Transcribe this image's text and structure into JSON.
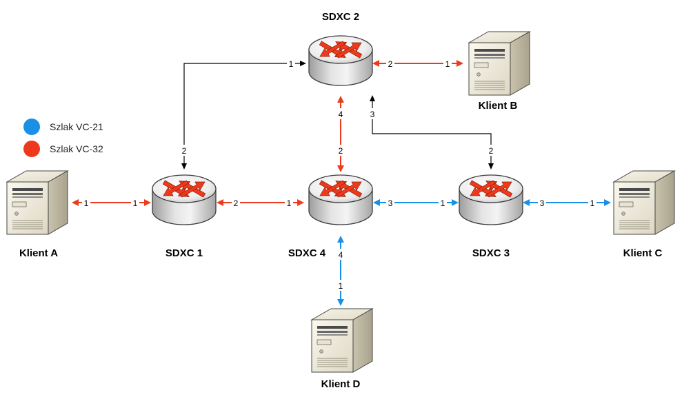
{
  "colors": {
    "vc21": "#1a8fe8",
    "vc32": "#ee3a1c",
    "control": "#000000"
  },
  "legend": [
    {
      "label": "Szlak VC-21",
      "color": "#1a8fe8"
    },
    {
      "label": "Szlak VC-32",
      "color": "#ee3a1c"
    }
  ],
  "nodes": {
    "sdxc1": {
      "label": "SDXC 1",
      "icon": "sdxc-router-icon"
    },
    "sdxc2": {
      "label": "SDXC 2",
      "icon": "sdxc-router-icon"
    },
    "sdxc3": {
      "label": "SDXC 3",
      "icon": "sdxc-router-icon"
    },
    "sdxc4": {
      "label": "SDXC 4",
      "icon": "sdxc-router-icon"
    },
    "klientA": {
      "label": "Klient A",
      "icon": "server-icon"
    },
    "klientB": {
      "label": "Klient B",
      "icon": "server-icon"
    },
    "klientC": {
      "label": "Klient C",
      "icon": "server-icon"
    },
    "klientD": {
      "label": "Klient D",
      "icon": "server-icon"
    }
  },
  "links": {
    "a_sdxc1": {
      "from": "Klient A",
      "to": "SDXC 1",
      "path": "VC-32",
      "ports": [
        "1",
        "1"
      ]
    },
    "sdxc1_sdxc4": {
      "from": "SDXC 1",
      "to": "SDXC 4",
      "path": "VC-32",
      "ports": [
        "2",
        "1"
      ]
    },
    "sdxc4_sdxc2": {
      "from": "SDXC 4",
      "to": "SDXC 2",
      "path": "VC-32",
      "ports": [
        "2",
        "4"
      ]
    },
    "sdxc2_b": {
      "from": "SDXC 2",
      "to": "Klient B",
      "path": "VC-32",
      "ports": [
        "2",
        "1"
      ]
    },
    "sdxc4_sdxc3": {
      "from": "SDXC 4",
      "to": "SDXC 3",
      "path": "VC-21",
      "ports": [
        "3",
        "1"
      ]
    },
    "sdxc3_c": {
      "from": "SDXC 3",
      "to": "Klient C",
      "path": "VC-21",
      "ports": [
        "3",
        "1"
      ]
    },
    "sdxc4_d": {
      "from": "SDXC 4",
      "to": "Klient D",
      "path": "VC-21",
      "ports": [
        "4",
        "1"
      ]
    },
    "sdxc1_sdxc2": {
      "from": "SDXC 1",
      "to": "SDXC 2",
      "path": "control",
      "ports": [
        "2",
        "1"
      ]
    },
    "sdxc3_sdxc2": {
      "from": "SDXC 3",
      "to": "SDXC 2",
      "path": "control",
      "ports": [
        "2",
        "3"
      ]
    }
  }
}
